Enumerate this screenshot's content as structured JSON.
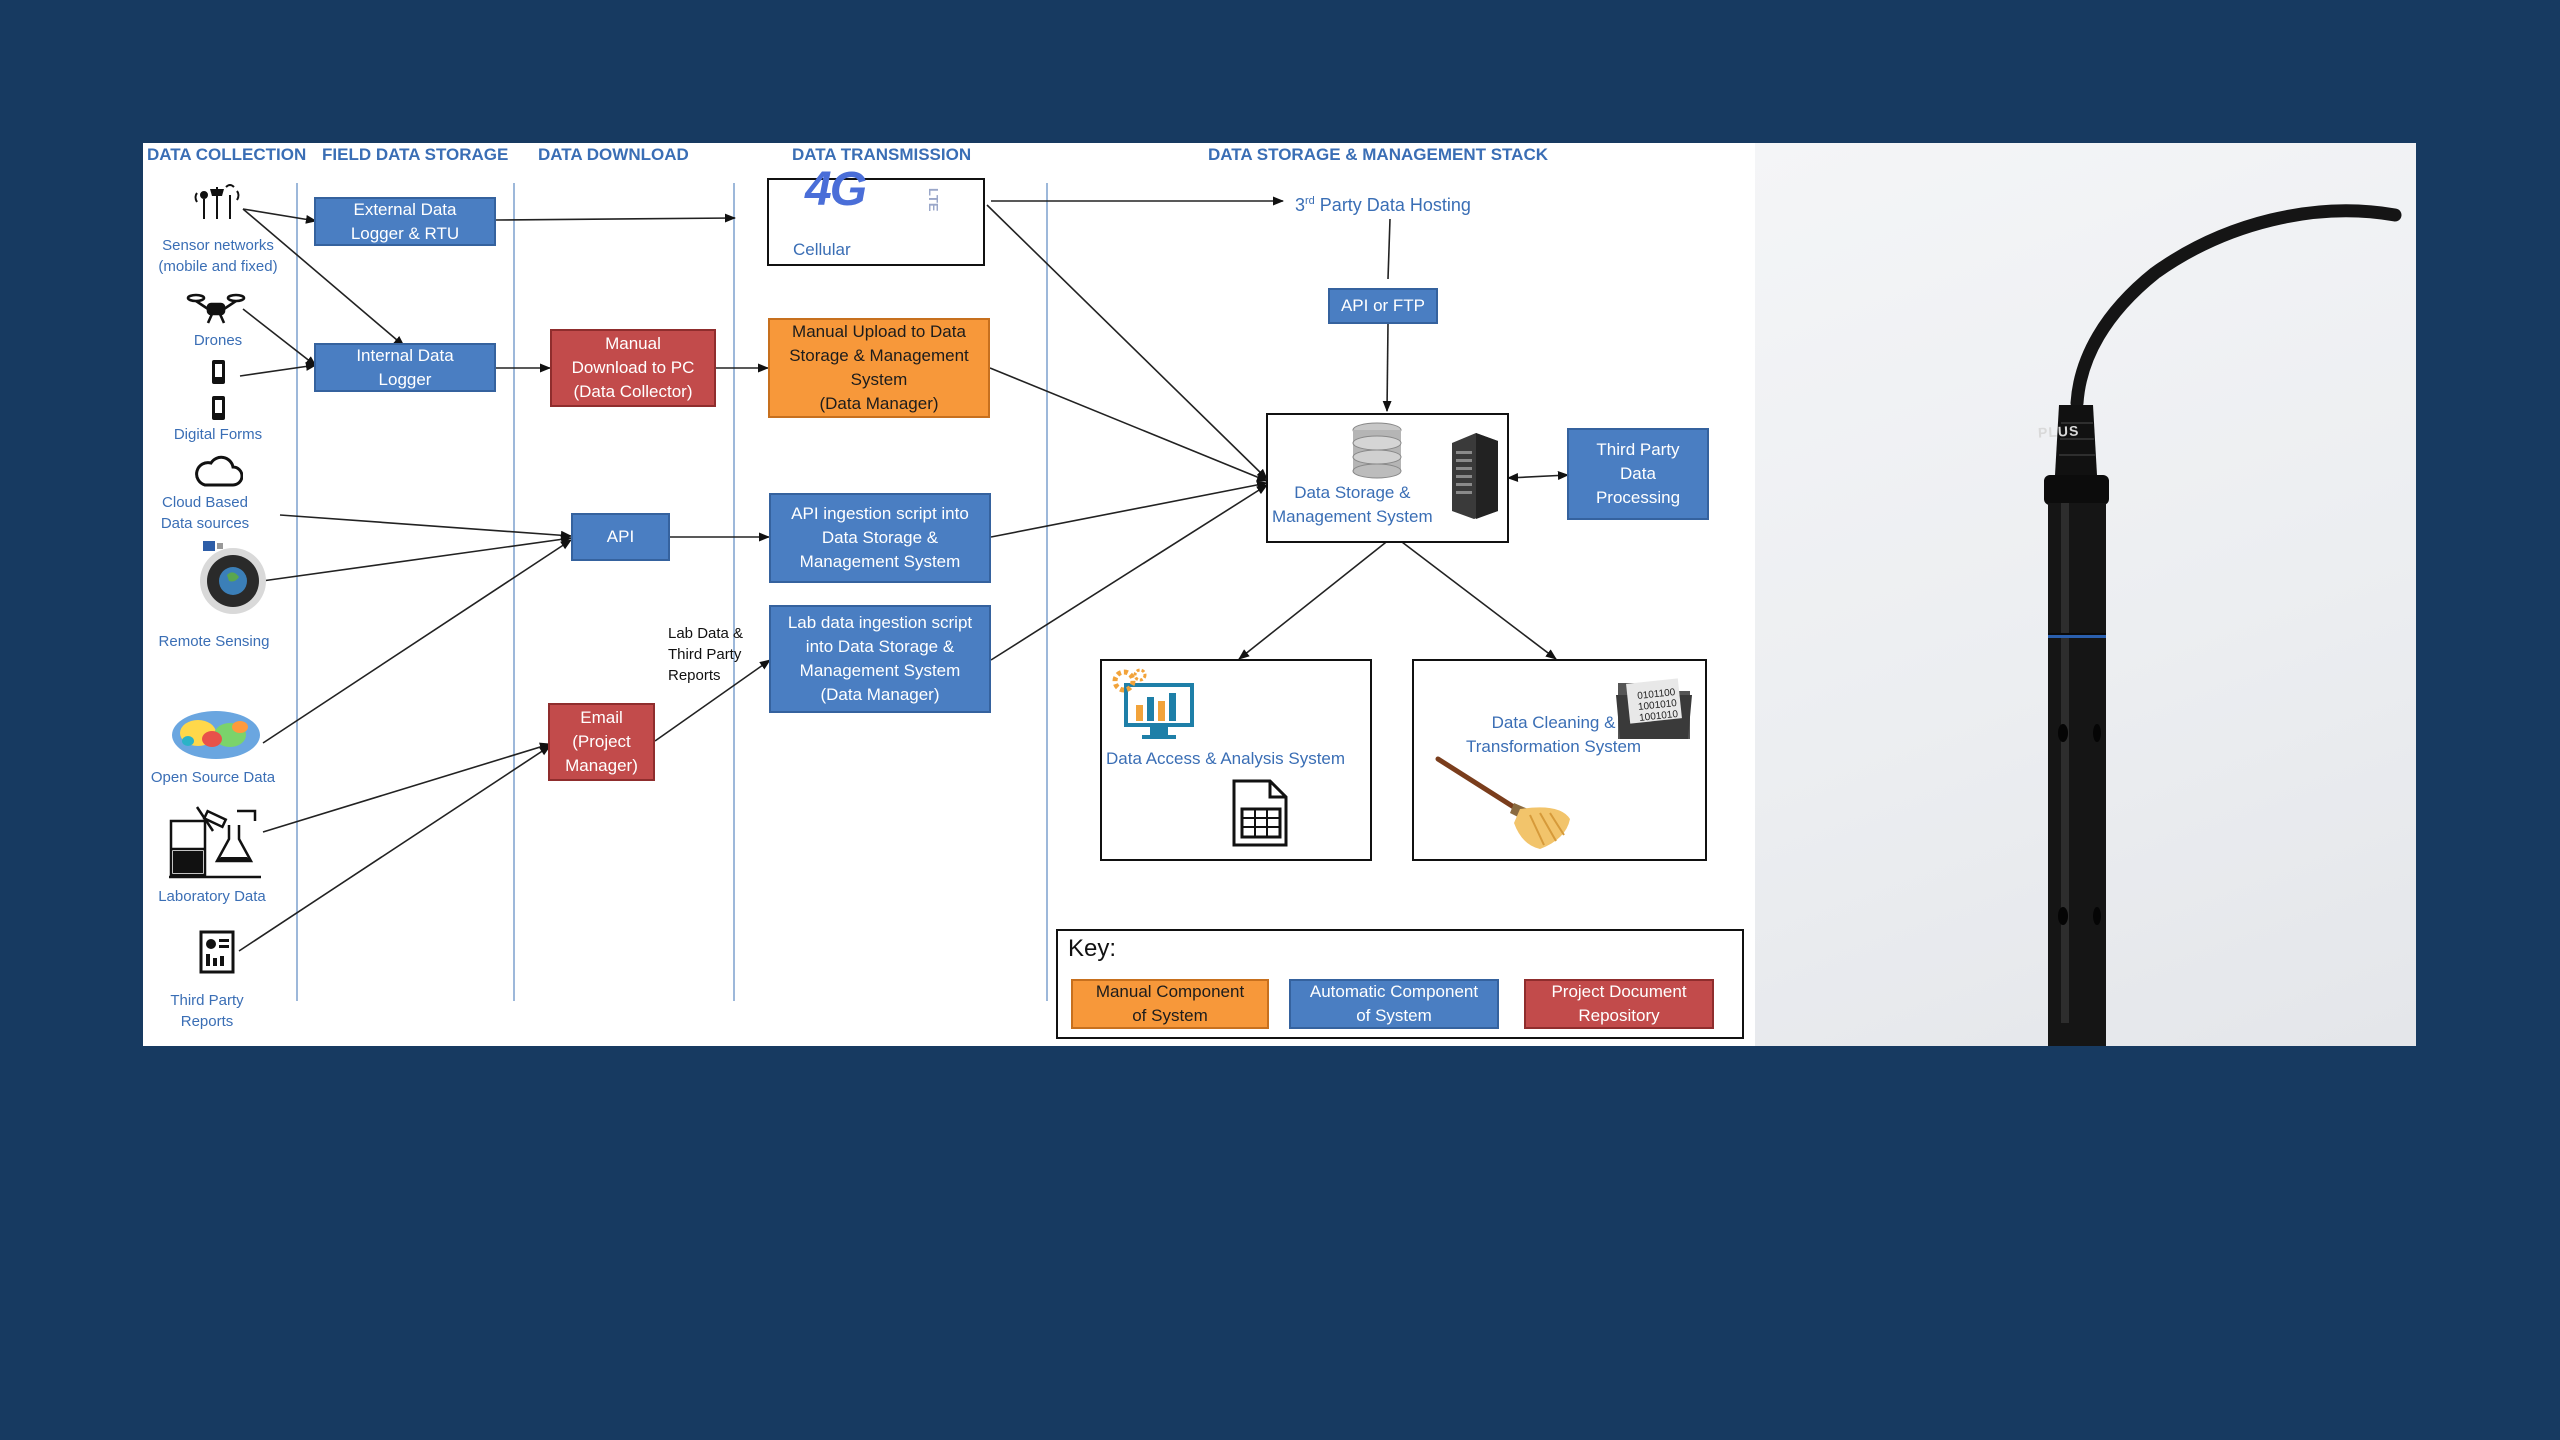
{
  "headers": {
    "data_collection": "DATA COLLECTION",
    "field_data_storage": "FIELD DATA STORAGE",
    "data_download": "DATA DOWNLOAD",
    "data_transmission": "DATA TRANSMISSION",
    "data_storage_stack": "DATA STORAGE & MANAGEMENT STACK"
  },
  "sources": {
    "sensor_networks": "Sensor networks\n(mobile and fixed)",
    "drones": "Drones",
    "digital_forms": "Digital Forms",
    "cloud_sources": "Cloud Based\nData sources",
    "remote_sensing": "Remote Sensing",
    "open_source": "Open Source Data",
    "laboratory": "Laboratory Data",
    "third_party_reports": "Third Party\nReports"
  },
  "field_storage": {
    "external_logger": "External Data\nLogger & RTU",
    "internal_logger": "Internal Data\nLogger"
  },
  "download": {
    "manual_download": "Manual\nDownload to PC\n(Data Collector)",
    "api": "API",
    "email": "Email\n(Project\nManager)",
    "lab_data_label": "Lab Data &\nThird Party\nReports"
  },
  "transmission": {
    "cellular_logo": "4G",
    "cellular_lte": "LTE",
    "cellular_label": "Cellular",
    "manual_upload": "Manual Upload to Data\nStorage & Management\nSystem\n(Data Manager)",
    "api_ingestion": "API ingestion script into\nData Storage &\nManagement System",
    "lab_ingestion": "Lab data ingestion script\ninto Data Storage &\nManagement System\n(Data Manager)"
  },
  "stack": {
    "third_party_hosting_prefix": "3",
    "third_party_hosting_sup": "rd",
    "third_party_hosting_rest": " Party Data Hosting",
    "api_ftp": "API or FTP",
    "dsms": "Data Storage &\nManagement System",
    "third_party_processing": "Third Party\nData\nProcessing",
    "access_analysis": "Data Access & Analysis System",
    "cleaning": "Data Cleaning &\nTransformation System",
    "binary_text": "0101100\n1001010\n1001010"
  },
  "key": {
    "title": "Key:",
    "manual": "Manual Component\nof System",
    "automatic": "Automatic Component\nof System",
    "repository": "Project Document\nRepository"
  },
  "photo": {
    "sensor_label": "PLUS"
  },
  "colors": {
    "background": "#173a61",
    "automatic": "#4a7ec2",
    "manual": "#f7983a",
    "repository": "#c24b4b",
    "header_text": "#3a6eb5"
  }
}
